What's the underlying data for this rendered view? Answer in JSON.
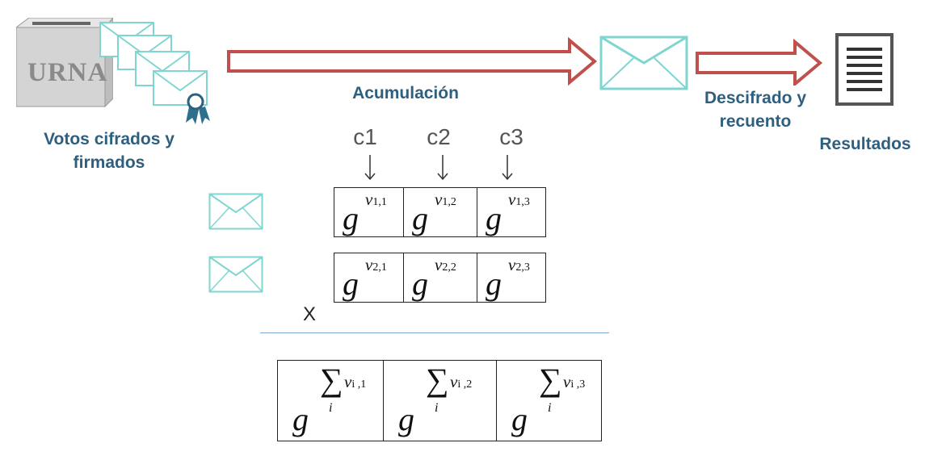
{
  "urn": {
    "label": "URNA"
  },
  "labels": {
    "votes": "Votos cifrados y\nfirmados",
    "accumulation": "Acumulación",
    "decrypt": "Descifrado y\nrecuento",
    "results": "Resultados"
  },
  "columns": [
    "c1",
    "c2",
    "c3"
  ],
  "operator": "X",
  "rows": [
    {
      "cells": [
        {
          "base": "g",
          "var": "v",
          "sub": "1,1"
        },
        {
          "base": "g",
          "var": "v",
          "sub": "1,2"
        },
        {
          "base": "g",
          "var": "v",
          "sub": "1,3"
        }
      ]
    },
    {
      "cells": [
        {
          "base": "g",
          "var": "v",
          "sub": "2,1"
        },
        {
          "base": "g",
          "var": "v",
          "sub": "2,2"
        },
        {
          "base": "g",
          "var": "v",
          "sub": "2,3"
        }
      ]
    }
  ],
  "result_row": [
    {
      "base": "g",
      "sum": "∑",
      "index": "i",
      "var": "v",
      "sub": "i ,1"
    },
    {
      "base": "g",
      "sum": "∑",
      "index": "i",
      "var": "v",
      "sub": "i ,2"
    },
    {
      "base": "g",
      "sum": "∑",
      "index": "i",
      "var": "v",
      "sub": "i ,3"
    }
  ],
  "colors": {
    "arrow": "#c0504d",
    "envelope": "#7fd6d1",
    "label": "#2e5f7e",
    "rule": "#7fa8cc"
  }
}
